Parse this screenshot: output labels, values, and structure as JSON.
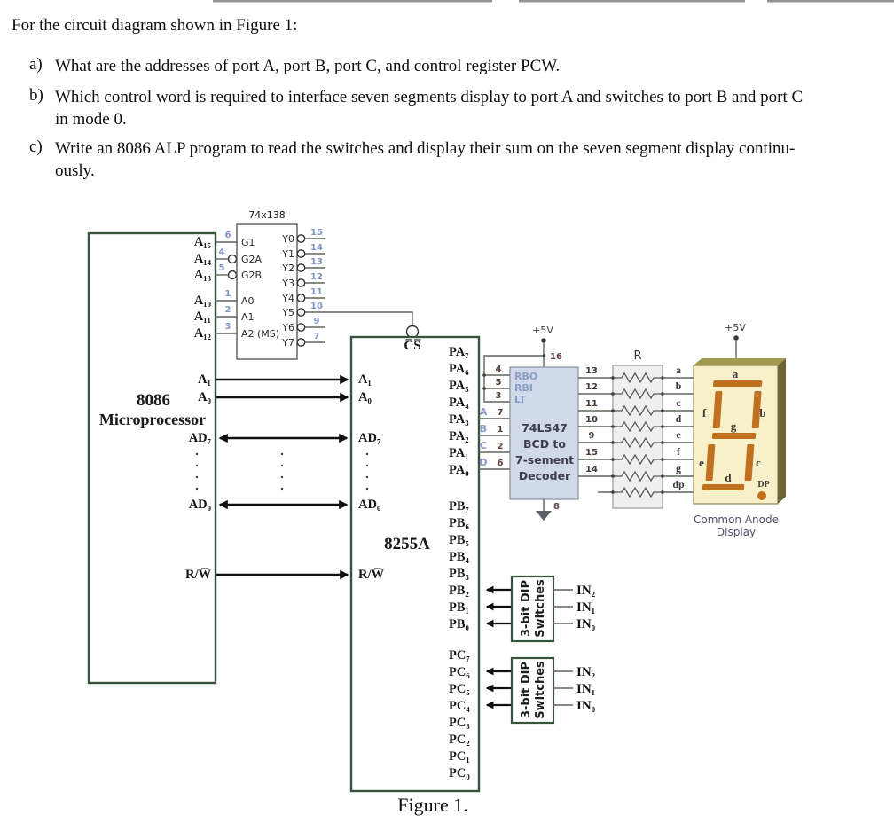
{
  "question": {
    "intro": "For the circuit diagram shown in Figure 1:",
    "items": [
      {
        "label": "a)",
        "lines": [
          "What are the addresses of port A, port B, port C, and control register PCW."
        ]
      },
      {
        "label": "b)",
        "lines": [
          "Which control word is required to interface seven segments display to port A and switches to port B and port C",
          "in mode 0."
        ]
      },
      {
        "label": "c)",
        "lines": [
          "Write an 8086 ALP program to read the switches and display their sum on the seven segment display continu-",
          "ously."
        ]
      }
    ]
  },
  "figure": {
    "caption": "Figure 1.",
    "cpu": {
      "name1": "8086",
      "name2": "Microprocessor",
      "a15": "A₁₅",
      "a14": "A₁₄",
      "a13": "A₁₃",
      "a10": "A₁₀",
      "a11": "A₁₁",
      "a12": "A₁₂",
      "a1": "A₁",
      "a0": "A₀",
      "ad7": "AD₇",
      "ad0": "AD₀",
      "rw": "R/W̅"
    },
    "dec138": {
      "name": "74x138",
      "g1": "G1",
      "g2a": "G2A",
      "g2b": "G2B",
      "a0": "A0",
      "a1": "A1",
      "a2": "A2 (MS)",
      "in_pins": [
        "6",
        "4",
        "5",
        "1",
        "2",
        "3"
      ],
      "outs": [
        "Y0",
        "Y1",
        "Y2",
        "Y3",
        "Y4",
        "Y5",
        "Y6",
        "Y7"
      ],
      "out_pins": [
        "15",
        "14",
        "13",
        "12",
        "11",
        "10",
        "9",
        "7"
      ]
    },
    "ppi": {
      "name": "8255A",
      "cs": "C̅S̅",
      "a1": "A₁",
      "a0": "A₀",
      "ad7": "AD₇",
      "ad0": "AD₀",
      "rw": "R/W̅",
      "pa": [
        "PA₇",
        "PA₆",
        "PA₅",
        "PA₄",
        "PA₃",
        "PA₂",
        "PA₁",
        "PA₀"
      ],
      "pb": [
        "PB₇",
        "PB₆",
        "PB₅",
        "PB₄",
        "PB₃",
        "PB₂",
        "PB₁",
        "PB₀"
      ],
      "pc": [
        "PC₇",
        "PC₆",
        "PC₅",
        "PC₄",
        "PC₃",
        "PC₂",
        "PC₁",
        "PC₀"
      ]
    },
    "dec47": {
      "vcc": "+5V",
      "pin16": "16",
      "rbo": "RBO",
      "rbi": "RBI",
      "lt": "LT",
      "vcc_pins": [
        "4",
        "5",
        "3"
      ],
      "in_letters": [
        "A",
        "B",
        "C",
        "D"
      ],
      "in_pins": [
        "7",
        "1",
        "2",
        "6"
      ],
      "name_lines": [
        "74LS47",
        "BCD to",
        "7-sement",
        "Decoder"
      ],
      "out_pins": [
        "13",
        "12",
        "11",
        "10",
        "9",
        "15",
        "14"
      ],
      "gnd_pin": "8"
    },
    "rnet": {
      "name": "R",
      "seg_labels": [
        "a",
        "b",
        "c",
        "d",
        "e",
        "f",
        "g",
        "dp"
      ]
    },
    "display": {
      "vcc": "+5V",
      "seg_a": "a",
      "seg_b": "b",
      "seg_c": "c",
      "seg_d": "d",
      "seg_e": "e",
      "seg_f": "f",
      "seg_g": "g",
      "seg_dp": "DP",
      "caption1": "Common Anode",
      "caption2": "Display"
    },
    "dip1": {
      "line1": "3-bit DIP",
      "line2": "Switches",
      "inputs": [
        "IN₂",
        "IN₁",
        "IN₀"
      ]
    },
    "dip2": {
      "line1": "3-bit DIP",
      "line2": "Switches",
      "inputs": [
        "IN₂",
        "IN₁",
        "IN₀"
      ]
    },
    "colors": {
      "block_border": "#39543c",
      "wire": "#5b665b",
      "arrow": "#101010",
      "segment_orange": "#c0701f",
      "display_fill": "#f8f0c8",
      "display_shadow": "#6e6335",
      "ic47_fill": "#d0d9ea",
      "rbox_fill": "#efefef",
      "blue_pin": "#7f97c6",
      "maroon_pin": "#5c4040"
    }
  }
}
